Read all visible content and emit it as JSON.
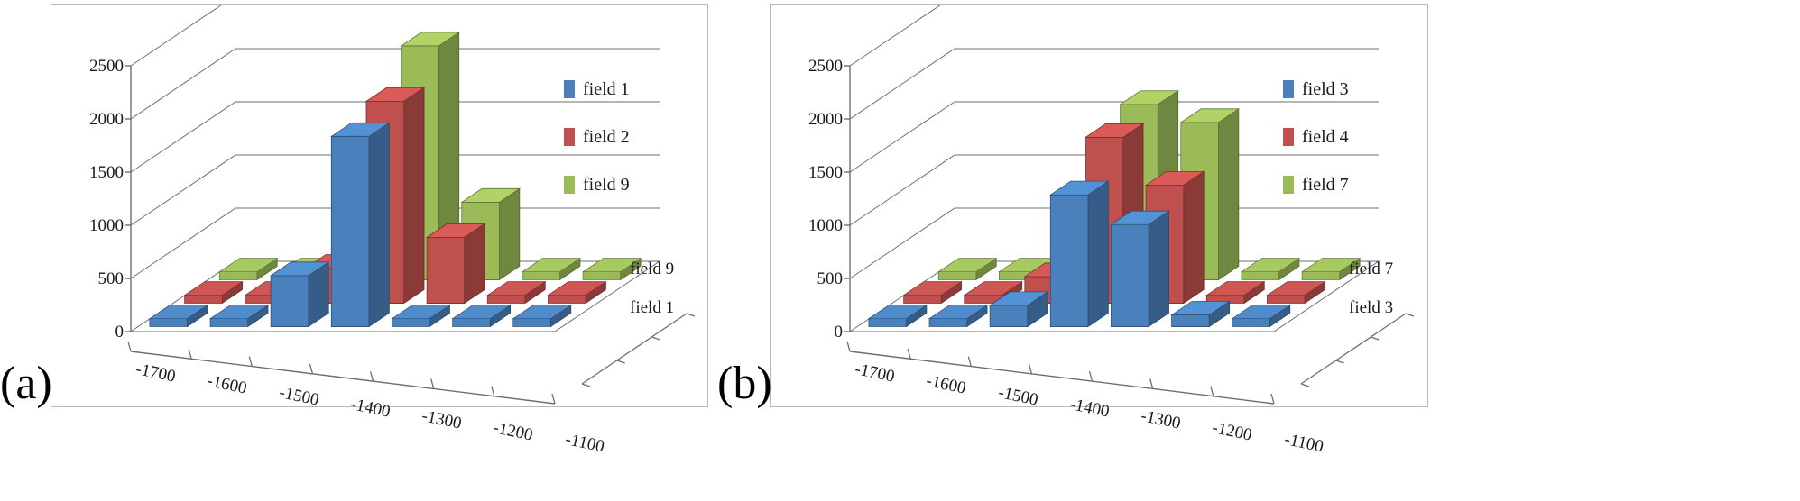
{
  "figure": {
    "panels": [
      {
        "id": "a",
        "caption": "(a)",
        "legend": [
          {
            "label": "field 1",
            "color": "#4a81bd"
          },
          {
            "label": "field 2",
            "color": "#c0504d"
          },
          {
            "label": "field 9",
            "color": "#9bbb59"
          }
        ],
        "depth_axis": {
          "front": "field 1",
          "back": "field 9"
        }
      },
      {
        "id": "b",
        "caption": "(b)",
        "legend": [
          {
            "label": "field 3",
            "color": "#4a81bd"
          },
          {
            "label": "field 4",
            "color": "#c0504d"
          },
          {
            "label": "field 7",
            "color": "#9bbb59"
          }
        ],
        "depth_axis": {
          "front": "field 3",
          "back": "field 7"
        }
      }
    ]
  },
  "chart_data": [
    {
      "type": "bar",
      "subtype": "3d-column",
      "panel": "a",
      "title": "",
      "xlabel": "",
      "ylabel": "",
      "zlabel": "",
      "grid": true,
      "legend_position": "right",
      "ylim": [
        0,
        2500
      ],
      "yticks": [
        0,
        500,
        1000,
        1500,
        2000,
        2500
      ],
      "categories": [
        "-1700",
        "-1600",
        "-1500",
        "-1400",
        "-1300",
        "-1200",
        "-1100"
      ],
      "series": [
        {
          "name": "field 1",
          "color": "#4a81bd",
          "values": [
            0,
            0,
            480,
            1790,
            0,
            0,
            0
          ]
        },
        {
          "name": "field 2",
          "color": "#c0504d",
          "values": [
            0,
            0,
            330,
            1900,
            620,
            0,
            0
          ]
        },
        {
          "name": "field 9",
          "color": "#9bbb59",
          "values": [
            0,
            0,
            430,
            2200,
            730,
            0,
            0
          ]
        }
      ]
    },
    {
      "type": "bar",
      "subtype": "3d-column",
      "panel": "b",
      "title": "",
      "xlabel": "",
      "ylabel": "",
      "zlabel": "",
      "grid": true,
      "legend_position": "right",
      "ylim": [
        0,
        2500
      ],
      "yticks": [
        0,
        500,
        1000,
        1500,
        2000,
        2500
      ],
      "categories": [
        "-1700",
        "-1600",
        "-1500",
        "-1400",
        "-1300",
        "-1200",
        "-1100"
      ],
      "series": [
        {
          "name": "field 3",
          "color": "#4a81bd",
          "values": [
            0,
            0,
            200,
            1240,
            960,
            110,
            0
          ]
        },
        {
          "name": "field 4",
          "color": "#c0504d",
          "values": [
            0,
            0,
            250,
            1560,
            1110,
            0,
            0
          ]
        },
        {
          "name": "field 7",
          "color": "#9bbb59",
          "values": [
            0,
            0,
            330,
            1650,
            1480,
            0,
            0
          ]
        }
      ]
    }
  ],
  "colors": {
    "series_blue": "#4a81bd",
    "series_red": "#c0504d",
    "series_green": "#9bbb59",
    "axis_line": "#6e6e6e",
    "panel_border": "#b9b9b9",
    "text": "#1a1a1a"
  }
}
